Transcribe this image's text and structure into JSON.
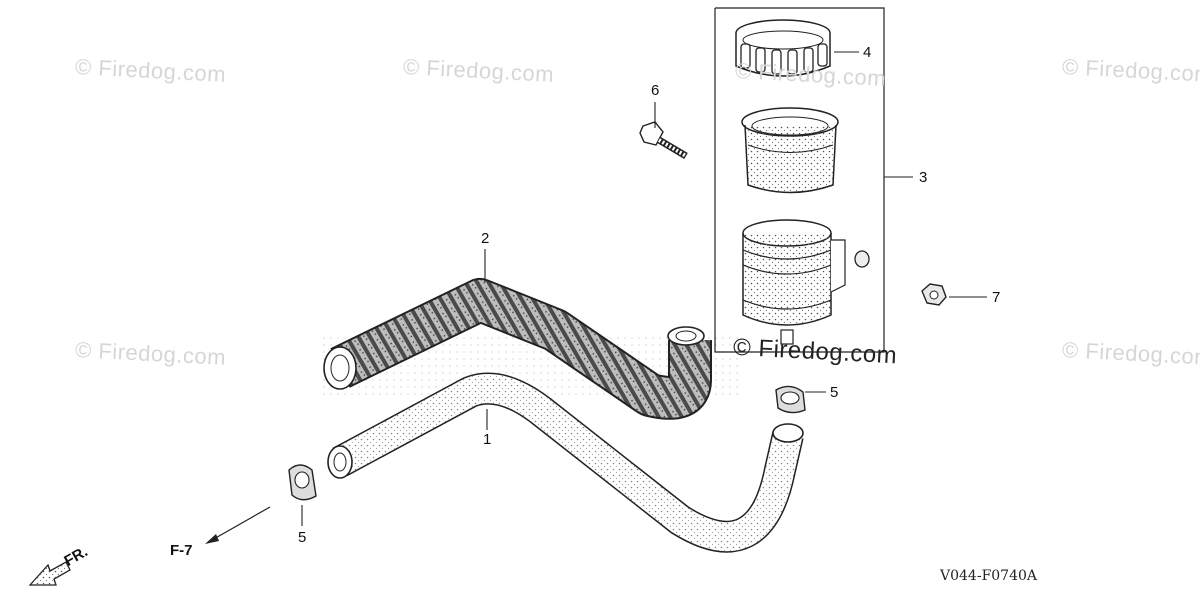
{
  "watermarks": [
    "© Firedog.com",
    "© Firedog.com",
    "© Firedog.com",
    "© Firedog.com",
    "© Firedog.com",
    "© Firedog.com",
    "© Firedog.com"
  ],
  "callouts": {
    "fuel_tube": "1",
    "breather_tube": "2",
    "fuel_cup_assembly": "3",
    "cap": "4",
    "clip_right": "5",
    "clip_left": "5",
    "bolt": "6",
    "nut": "7"
  },
  "direction": {
    "front_label": "FR.",
    "ref_label": "F-7"
  },
  "diagram_code": "V044-F0740A"
}
